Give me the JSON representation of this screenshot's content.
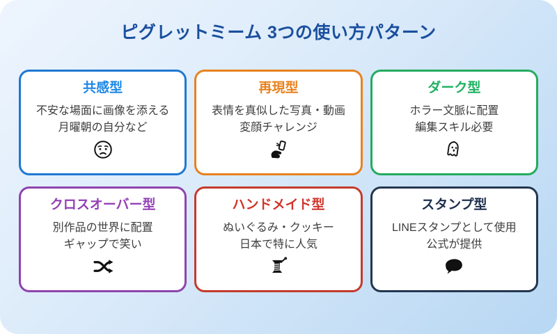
{
  "page": {
    "title": "ピグレットミーム 3つの使い方パターン"
  },
  "colors": {
    "background_gradient_start": "#eef5fe",
    "background_gradient_end": "#b7d7f3",
    "title_text": "#1a4f9e",
    "body_text": "#3d3d3d",
    "card_background": "#ffffff",
    "icon_color": "#111111"
  },
  "cards": [
    {
      "label": "共感型",
      "accent": "#1e82dc",
      "lines": [
        "不安な場面に画像を添える",
        "月曜朝の自分など"
      ],
      "icon": "worried-face-icon"
    },
    {
      "label": "再現型",
      "accent": "#e8821e",
      "lines": [
        "表情を真似した写真・動画",
        "変顔チャレンジ"
      ],
      "icon": "selfie-icon"
    },
    {
      "label": "ダーク型",
      "accent": "#24ab5f",
      "lines": [
        "ホラー文脈に配置",
        "編集スキル必要"
      ],
      "icon": "ghost-icon"
    },
    {
      "label": "クロスオーバー型",
      "accent": "#9340b5",
      "lines": [
        "別作品の世界に配置",
        "ギャップで笑い"
      ],
      "icon": "shuffle-icon"
    },
    {
      "label": "ハンドメイド型",
      "accent": "#c43a2c",
      "lines": [
        "ぬいぐるみ・クッキー",
        "日本で特に人気"
      ],
      "icon": "thread-spool-icon"
    },
    {
      "label": "スタンプ型",
      "accent": "#24364f",
      "lines": [
        "LINEスタンプとして使用",
        "公式が提供"
      ],
      "icon": "speech-bubble-icon"
    }
  ]
}
